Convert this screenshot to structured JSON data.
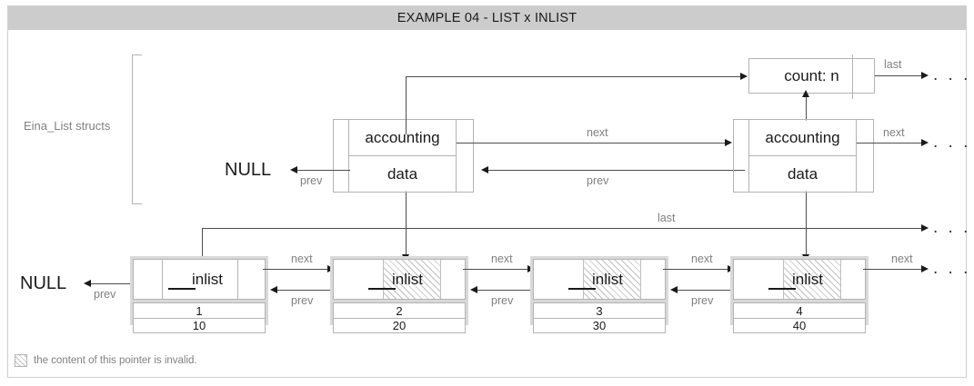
{
  "diagram": {
    "title": "EXAMPLE 04 - LIST x INLIST",
    "side_label": "Eina_List structs",
    "legend": {
      "text": "the content of this pointer is invalid.",
      "swatch_name": "hatched-square"
    },
    "colors": {
      "titlebar_bg": "#cccccc",
      "frame_border": "#cfcfcf",
      "box_border": "#b3b3b3",
      "node_frame": "#d9d9d9",
      "arrow": "#1a1a1a",
      "label_text": "#808080",
      "body_text": "#1a1a1a",
      "hatch": "#bfbfbf"
    },
    "count_box": {
      "label": "count: n",
      "out_label": "last",
      "ellipsis": ". . ."
    },
    "list_structs": [
      {
        "accounting_label": "accounting",
        "data_label": "data",
        "prev_label": "prev",
        "next_label": "next",
        "prev_target": "NULL"
      },
      {
        "accounting_label": "accounting",
        "data_label": "data",
        "prev_label": "prev",
        "next_label": "next",
        "next_target": ". . ."
      }
    ],
    "null_labels": {
      "struct_prev": "NULL",
      "inlist_prev": "NULL"
    },
    "last_pointer_label": "last",
    "last_pointer_target": ". . .",
    "inlist_nodes": [
      {
        "name": "inlist",
        "index": "1",
        "value": "10",
        "invalid": false,
        "next_label": "next",
        "prev_label": "prev"
      },
      {
        "name": "inlist",
        "index": "2",
        "value": "20",
        "invalid": true,
        "next_label": "next",
        "prev_label": "prev"
      },
      {
        "name": "inlist",
        "index": "3",
        "value": "30",
        "invalid": true,
        "next_label": "next",
        "prev_label": "prev"
      },
      {
        "name": "inlist",
        "index": "4",
        "value": "40",
        "invalid": true,
        "next_label": "next",
        "prev_label": "prev"
      }
    ],
    "inlist_tail_ellipsis": ". . ."
  }
}
